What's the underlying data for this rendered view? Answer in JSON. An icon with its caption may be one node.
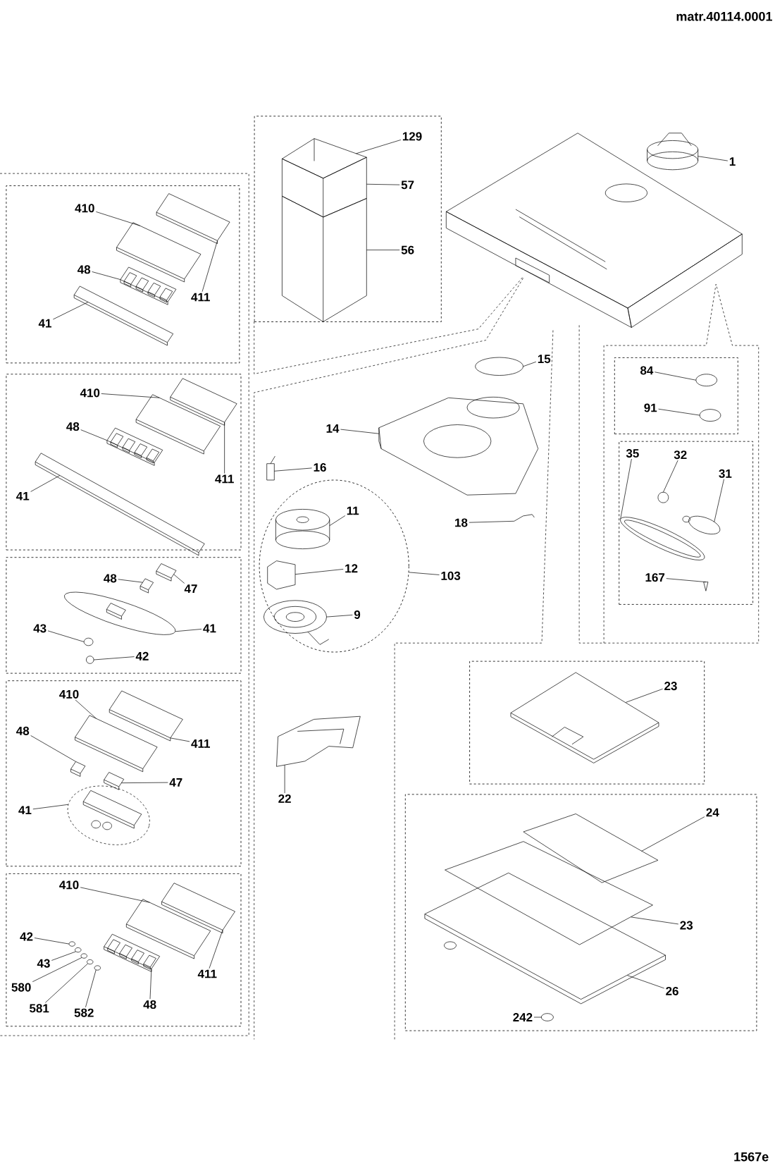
{
  "diagram": {
    "nodes": [
      {
        "text": [],
        "shape": "box"
      },
      {
        "text": [
          "129"
        ],
        "in": 0
      },
      {
        "text": [
          "57"
        ],
        "in": 0
      },
      {
        "text": [
          "56"
        ],
        "in": 0
      },
      {
        "text": [
          "1"
        ]
      },
      {
        "text": [],
        "shape": "box"
      },
      {
        "text": [
          "410"
        ],
        "in": 5
      },
      {
        "text": [
          "411"
        ],
        "in": 5
      },
      {
        "text": [
          "48"
        ],
        "in": 5
      },
      {
        "text": [
          "41"
        ],
        "in": 5
      },
      {
        "text": [],
        "shape": "box"
      },
      {
        "text": [
          "84"
        ],
        "in": 10
      },
      {
        "text": [
          "91"
        ],
        "in": 10
      },
      {
        "text": [],
        "shape": "box"
      },
      {
        "text": [
          "410"
        ],
        "in": 13
      },
      {
        "text": [
          "411"
        ],
        "in": 13
      },
      {
        "text": [
          "48"
        ],
        "in": 13
      },
      {
        "text": [
          "41"
        ],
        "in": 13
      },
      {
        "text": [],
        "shape": "box"
      },
      {
        "text": [
          "35"
        ],
        "in": 18
      },
      {
        "text": [
          "32"
        ],
        "in": 18
      },
      {
        "text": [
          "31"
        ],
        "in": 18
      },
      {
        "text": [
          "167"
        ],
        "in": 18
      },
      {
        "text": [
          "15"
        ]
      },
      {
        "text": [
          "14"
        ]
      },
      {
        "text": [
          "16"
        ]
      },
      {
        "text": [
          "18"
        ]
      },
      {
        "text": [],
        "shape": "circle"
      },
      {
        "text": [
          "11"
        ],
        "in": 27
      },
      {
        "text": [
          "12"
        ],
        "in": 27
      },
      {
        "text": [
          "9"
        ],
        "in": 27
      },
      {
        "text": [
          "103"
        ]
      },
      {
        "text": [],
        "shape": "box"
      },
      {
        "text": [
          "48"
        ],
        "in": 32
      },
      {
        "text": [
          "47"
        ],
        "in": 32
      },
      {
        "text": [
          "41"
        ],
        "in": 32
      },
      {
        "text": [
          "43"
        ],
        "in": 32
      },
      {
        "text": [
          "42"
        ],
        "in": 32
      },
      {
        "text": [],
        "shape": "box"
      },
      {
        "text": [
          "23"
        ],
        "in": 38
      },
      {
        "text": [],
        "shape": "box"
      },
      {
        "text": [
          "410"
        ],
        "in": 40
      },
      {
        "text": [
          "411"
        ],
        "in": 40
      },
      {
        "text": [
          "48"
        ],
        "in": 40
      },
      {
        "text": [
          "47"
        ],
        "in": 40
      },
      {
        "text": [
          "41"
        ],
        "in": 40
      },
      {
        "text": [
          "22"
        ]
      },
      {
        "text": [],
        "shape": "box"
      },
      {
        "text": [
          "24"
        ],
        "in": 47
      },
      {
        "text": [
          "23"
        ],
        "in": 47
      },
      {
        "text": [
          "26"
        ],
        "in": 47
      },
      {
        "text": [
          "242"
        ],
        "in": 47
      },
      {
        "text": [],
        "shape": "box"
      },
      {
        "text": [
          "410"
        ],
        "in": 52
      },
      {
        "text": [
          "411"
        ],
        "in": 52
      },
      {
        "text": [
          "42"
        ],
        "in": 52
      },
      {
        "text": [
          "43"
        ],
        "in": 52
      },
      {
        "text": [
          "580"
        ],
        "in": 52
      },
      {
        "text": [
          "581"
        ],
        "in": 52
      },
      {
        "text": [
          "582"
        ],
        "in": 52
      },
      {
        "text": [
          "48"
        ],
        "in": 52
      },
      {
        "text": [],
        "shape": "picture",
        "in": 0
      },
      {
        "text": [],
        "shape": "picture",
        "in": 0
      },
      {
        "text": [],
        "shape": "picture",
        "in": 0
      },
      {
        "text": [],
        "shape": "picture"
      },
      {
        "text": [],
        "shape": "picture",
        "in": 5
      },
      {
        "text": [],
        "shape": "picture",
        "in": 5
      },
      {
        "text": [],
        "shape": "picture",
        "in": 5
      },
      {
        "text": [],
        "shape": "picture",
        "in": 5
      },
      {
        "text": [],
        "shape": "picture",
        "in": 10
      },
      {
        "text": [],
        "shape": "picture",
        "in": 10
      },
      {
        "text": [],
        "shape": "picture",
        "in": 13
      },
      {
        "text": [],
        "shape": "picture",
        "in": 13
      },
      {
        "text": [],
        "shape": "picture",
        "in": 13
      },
      {
        "text": [],
        "shape": "picture",
        "in": 13
      },
      {
        "text": [],
        "shape": "picture",
        "in": 18
      },
      {
        "text": [],
        "shape": "picture",
        "in": 18
      },
      {
        "text": [],
        "shape": "picture",
        "in": 18
      },
      {
        "text": [],
        "shape": "picture",
        "in": 18
      },
      {
        "text": [],
        "shape": "picture"
      },
      {
        "text": [],
        "shape": "picture"
      },
      {
        "text": [],
        "shape": "picture"
      },
      {
        "text": [],
        "shape": "picture"
      },
      {
        "text": [],
        "shape": "picture",
        "in": 27
      },
      {
        "text": [],
        "shape": "picture",
        "in": 27
      },
      {
        "text": [],
        "shape": "picture",
        "in": 27
      },
      {
        "text": [],
        "shape": "picture",
        "in": 32
      },
      {
        "text": [],
        "shape": "picture",
        "in": 32
      },
      {
        "text": [],
        "shape": "picture",
        "in": 32
      },
      {
        "text": [],
        "shape": "picture",
        "in": 32
      },
      {
        "text": [],
        "shape": "picture",
        "in": 32
      },
      {
        "text": [],
        "shape": "picture",
        "in": 38
      },
      {
        "text": [],
        "shape": "picture",
        "in": 40
      },
      {
        "text": [],
        "shape": "picture",
        "in": 40
      },
      {
        "text": [],
        "shape": "picture",
        "in": 40
      },
      {
        "text": [],
        "shape": "picture",
        "in": 40
      },
      {
        "text": [],
        "shape": "picture",
        "in": 40
      },
      {
        "text": [],
        "shape": "picture"
      },
      {
        "text": [],
        "shape": "picture",
        "in": 47
      },
      {
        "text": [],
        "shape": "picture",
        "in": 47
      },
      {
        "text": [],
        "shape": "picture",
        "in": 47
      },
      {
        "text": [],
        "shape": "picture",
        "in": 47
      },
      {
        "text": [],
        "shape": "picture",
        "in": 52
      },
      {
        "text": [],
        "shape": "picture",
        "in": 52
      },
      {
        "text": [],
        "shape": "picture",
        "in": 52
      },
      {
        "text": [],
        "shape": "picture",
        "in": 52
      },
      {
        "text": [],
        "shape": "picture",
        "in": 52
      },
      {
        "text": [],
        "shape": "picture",
        "in": 52
      },
      {
        "text": [],
        "shape": "picture",
        "in": 52
      },
      {
        "text": [],
        "shape": "picture",
        "in": 52
      }
    ],
    "edges": [
      {
        "from": 1,
        "to": 61,
        "arrow": "none"
      },
      {
        "from": 2,
        "to": 62,
        "arrow": "none"
      },
      {
        "from": 3,
        "to": 63,
        "arrow": "none"
      },
      {
        "from": 4,
        "to": 64,
        "arrow": "none"
      },
      {
        "from": 6,
        "to": 65,
        "arrow": "none"
      },
      {
        "from": 7,
        "to": 66,
        "arrow": "none"
      },
      {
        "from": 8,
        "to": 67,
        "arrow": "none"
      },
      {
        "from": 9,
        "to": 68,
        "arrow": "none"
      },
      {
        "from": 11,
        "to": 69,
        "arrow": "none"
      },
      {
        "from": 12,
        "to": 70,
        "arrow": "none"
      },
      {
        "from": 14,
        "to": 71,
        "arrow": "none"
      },
      {
        "from": 15,
        "to": 72,
        "arrow": "none"
      },
      {
        "from": 16,
        "to": 73,
        "arrow": "none"
      },
      {
        "from": 17,
        "to": 74,
        "arrow": "none"
      },
      {
        "from": 19,
        "to": 75,
        "arrow": "none"
      },
      {
        "from": 20,
        "to": 76,
        "arrow": "none"
      },
      {
        "from": 21,
        "to": 77,
        "arrow": "none"
      },
      {
        "from": 22,
        "to": 78,
        "arrow": "none"
      },
      {
        "from": 23,
        "to": 79,
        "arrow": "none"
      },
      {
        "from": 24,
        "to": 80,
        "arrow": "none"
      },
      {
        "from": 25,
        "to": 81,
        "arrow": "none"
      },
      {
        "from": 26,
        "to": 82,
        "arrow": "none"
      },
      {
        "from": 28,
        "to": 83,
        "arrow": "none"
      },
      {
        "from": 29,
        "to": 84,
        "arrow": "none"
      },
      {
        "from": 30,
        "to": 85,
        "arrow": "none"
      },
      {
        "from": 31,
        "to": 27,
        "arrow": "none"
      },
      {
        "from": 33,
        "to": 86,
        "arrow": "none"
      },
      {
        "from": 34,
        "to": 87,
        "arrow": "none"
      },
      {
        "from": 35,
        "to": 88,
        "arrow": "none"
      },
      {
        "from": 36,
        "to": 89,
        "arrow": "none"
      },
      {
        "from": 37,
        "to": 90,
        "arrow": "none"
      },
      {
        "from": 39,
        "to": 91,
        "arrow": "none"
      },
      {
        "from": 41,
        "to": 92,
        "arrow": "none"
      },
      {
        "from": 42,
        "to": 93,
        "arrow": "none"
      },
      {
        "from": 43,
        "to": 94,
        "arrow": "none"
      },
      {
        "from": 44,
        "to": 95,
        "arrow": "none"
      },
      {
        "from": 45,
        "to": 96,
        "arrow": "none"
      },
      {
        "from": 46,
        "to": 97,
        "arrow": "none"
      },
      {
        "from": 48,
        "to": 98,
        "arrow": "none"
      },
      {
        "from": 49,
        "to": 99,
        "arrow": "none"
      },
      {
        "from": 50,
        "to": 100,
        "arrow": "none"
      },
      {
        "from": 51,
        "to": 101,
        "arrow": "none"
      },
      {
        "from": 53,
        "to": 102,
        "arrow": "none"
      },
      {
        "from": 54,
        "to": 103,
        "arrow": "none"
      },
      {
        "from": 55,
        "to": 104,
        "arrow": "none"
      },
      {
        "from": 56,
        "to": 105,
        "arrow": "none"
      },
      {
        "from": 57,
        "to": 106,
        "arrow": "none"
      },
      {
        "from": 58,
        "to": 107,
        "arrow": "none"
      },
      {
        "from": 59,
        "to": 108,
        "arrow": "none"
      },
      {
        "from": 60,
        "to": 109,
        "arrow": "none"
      }
    ],
    "labels": [
      "matr.40114.0001",
      "1567e"
    ]
  }
}
